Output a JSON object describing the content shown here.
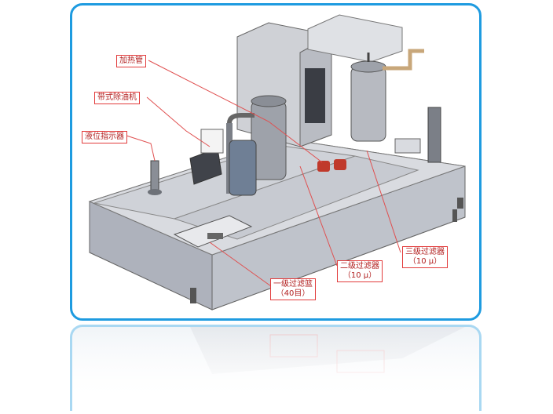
{
  "labels": {
    "heating_tube": "加热管",
    "belt_skimmer": "带式除油机",
    "level_indicator": "液位指示器",
    "third_filter": {
      "name": "三级过滤器",
      "spec": "（10 μ）"
    },
    "second_filter": {
      "name": "二级过滤器",
      "spec": "（10 μ）"
    },
    "first_basket": {
      "name": "一级过滤篮",
      "spec": "（40目）"
    }
  },
  "colors": {
    "frame_border": "#1e9be0",
    "callout_border": "#e23b3b",
    "callout_text": "#b22020",
    "leader_line": "#e05050"
  }
}
